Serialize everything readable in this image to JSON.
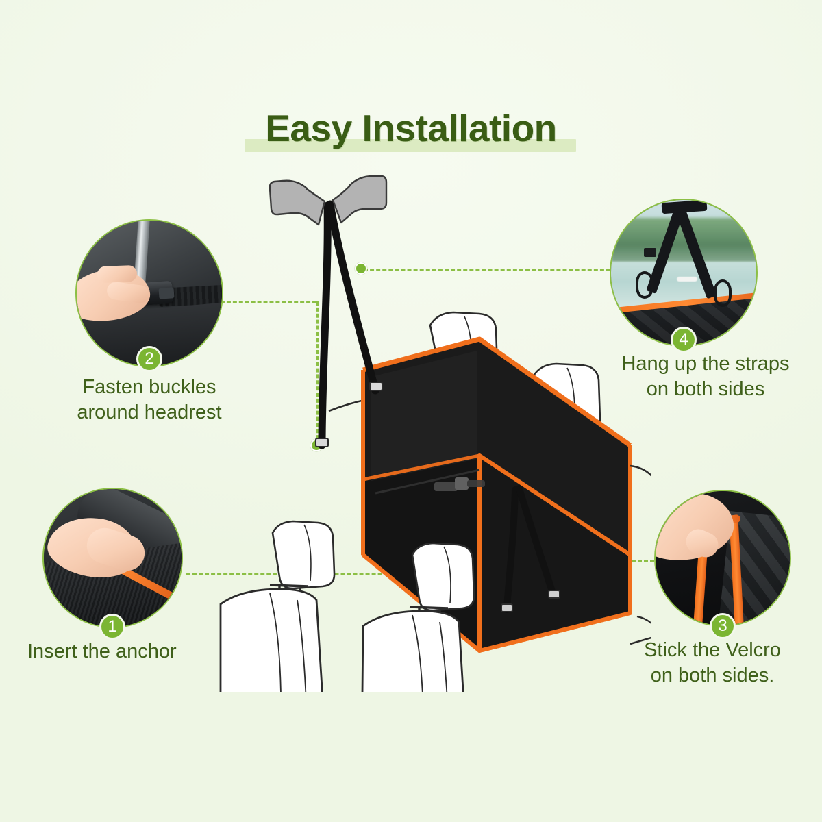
{
  "page": {
    "background_color": "#f3f8ec",
    "accent_green": "#7bb532",
    "text_green": "#3f601a",
    "title_green": "#3a5d15",
    "trim_orange": "#f06f1c",
    "cover_black": "#1b1b1b"
  },
  "header": {
    "title": "Easy Installation"
  },
  "steps": [
    {
      "number": "1",
      "caption": "Insert the anchor",
      "photo_alt": "hand pressing anchor into seat crevice",
      "position": "bottom-left"
    },
    {
      "number": "2",
      "caption": "Fasten buckles\naround headrest",
      "photo_alt": "hand fastening black buckle around headrest post",
      "position": "top-left"
    },
    {
      "number": "3",
      "caption": "Stick the Velcro\non both sides.",
      "photo_alt": "hand pulling orange trimmed velcro flap",
      "position": "bottom-right"
    },
    {
      "number": "4",
      "caption": "Hang up the straps\non both sides",
      "photo_alt": "black straps with carabiner hooks at car window",
      "position": "top-right"
    }
  ],
  "illustration": {
    "alt": "car back seat hammock cover installed over rear bench with front seats in view",
    "cover_color": "#1b1b1b",
    "trim_color": "#f06f1c",
    "strap_color": "#111111",
    "anchor_color": "#a8a8a8"
  },
  "connectors": [
    {
      "name": "connector-step-2",
      "dot_at": "front-headrest"
    },
    {
      "name": "connector-step-4",
      "dot_at": "upper-strap"
    },
    {
      "name": "connector-step-1",
      "dot_at": "cover-lower-left"
    },
    {
      "name": "connector-step-3",
      "dot_at": "cover-side-velcro"
    }
  ]
}
